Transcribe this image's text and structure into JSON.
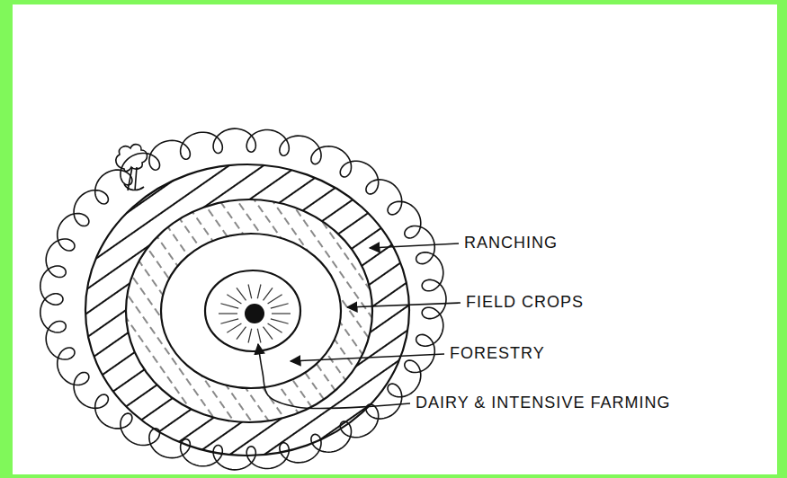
{
  "diagram": {
    "labels": [
      "RANCHING",
      "FIELD CROPS",
      "FORESTRY",
      "DAIRY & INTENSIVE FARMING"
    ]
  }
}
